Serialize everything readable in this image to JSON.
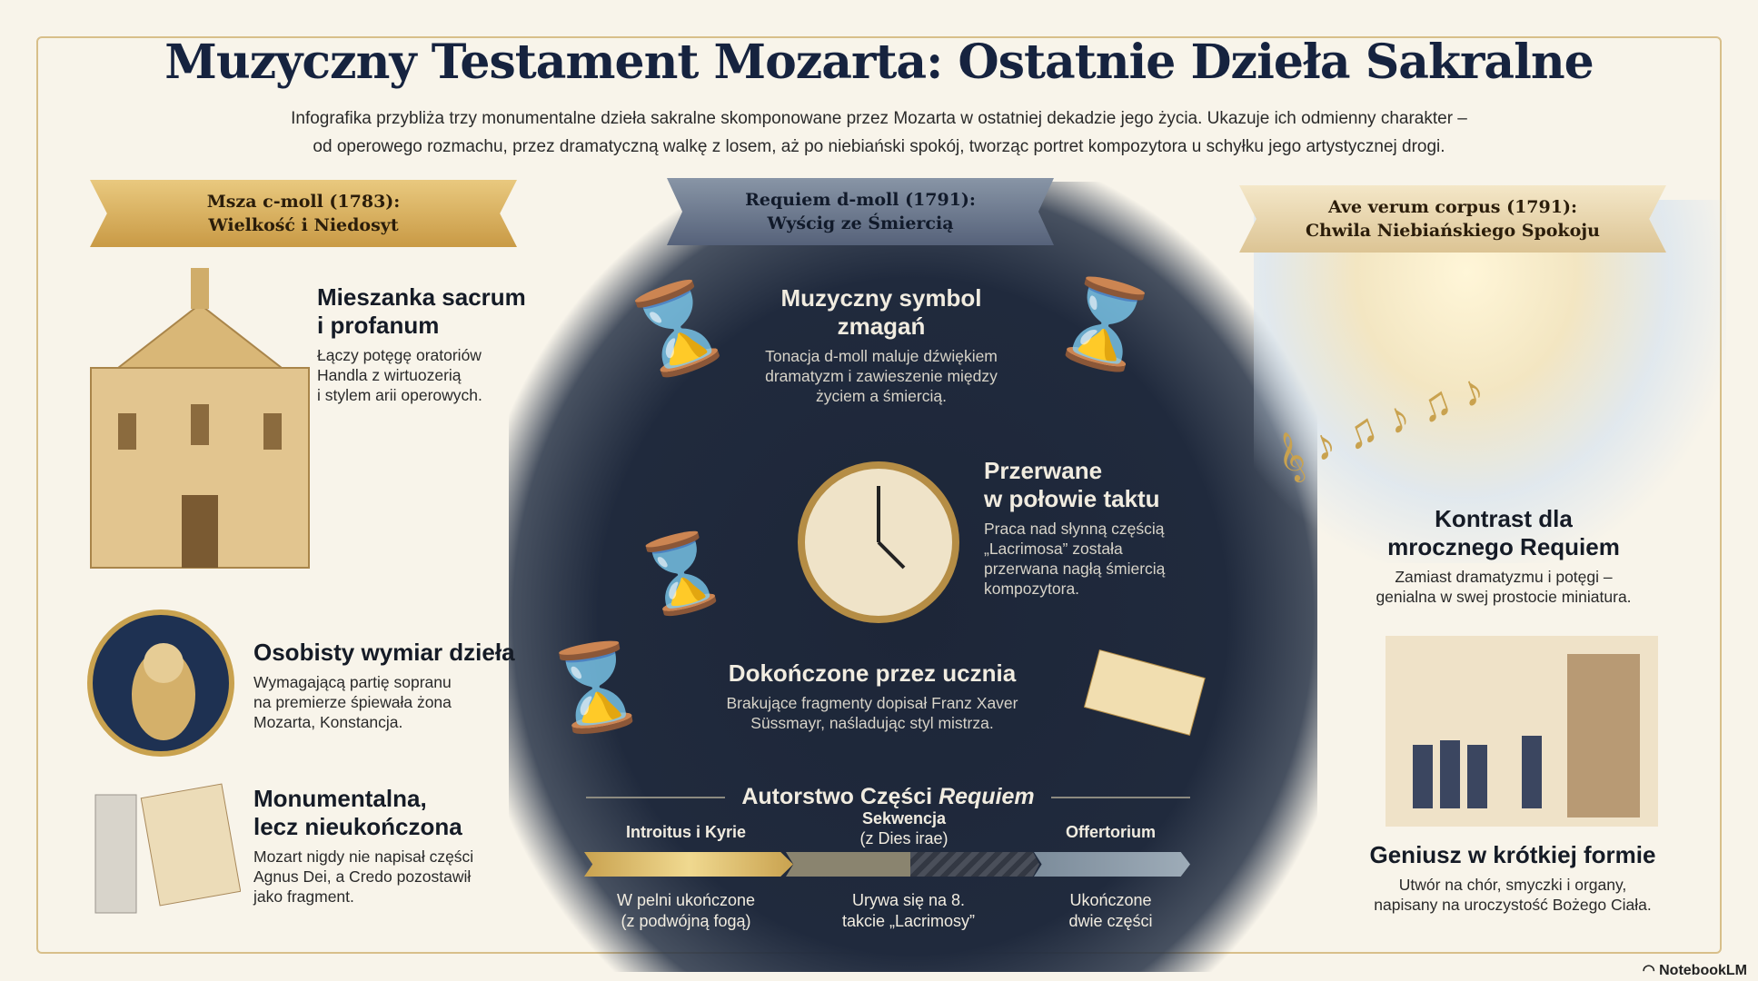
{
  "title": "Muzyczny Testament Mozarta: Ostatnie Dzieła Sakralne",
  "subtitle": [
    "Infografika przybliża trzy monumentalne dzieła sakralne skomponowane przez Mozarta w ostatniej dekadzie jego życia. Ukazuje ich odmienny charakter –",
    "od operowego rozmachu, przez dramatyczną walkę z losem, aż po niebiański spokój, tworząc portret kompozytora u schyłku jego artystycznej drogi."
  ],
  "left": {
    "banner": [
      "Msza c-moll (1783):",
      "Wielkość i Niedosyt"
    ],
    "items": [
      {
        "heading": [
          "Mieszanka sacrum",
          "i profanum"
        ],
        "text": [
          "Łączy potęgę oratoriów",
          "Handla z wirtuozerią",
          "i stylem arii operowych."
        ]
      },
      {
        "heading": [
          "Osobisty wymiar dzieła"
        ],
        "text": [
          "Wymagającą partię sopranu",
          "na premierze śpiewała żona",
          "Mozarta, Konstancja."
        ]
      },
      {
        "heading": [
          "Monumentalna,",
          "lecz nieukończona"
        ],
        "text": [
          "Mozart nigdy nie napisał części",
          "Agnus Dei, a Credo pozostawił",
          "jako fragment."
        ]
      }
    ]
  },
  "center": {
    "banner": [
      "Requiem d-moll (1791):",
      "Wyścig ze Śmiercią"
    ],
    "items": [
      {
        "heading": [
          "Muzyczny symbol",
          "zmagań"
        ],
        "text": [
          "Tonacja d-moll maluje dźwiękiem",
          "dramatyzm i zawieszenie między",
          "życiem a śmiercią."
        ]
      },
      {
        "heading": [
          "Przerwane",
          "w połowie taktu"
        ],
        "text": [
          "Praca nad słynną częścią",
          "„Lacrimosa” została",
          "przerwana nagłą śmiercią",
          "kompozytora."
        ]
      },
      {
        "heading": [
          "Dokończone przez ucznia"
        ],
        "text": [
          "Brakujące fragmenty dopisał Franz Xaver",
          "Süssmayr, naśladując styl mistrza."
        ]
      }
    ],
    "timeline": {
      "title": "Autorstwo Części ",
      "title_italic": "Requiem",
      "parts": [
        {
          "label": [
            "Introitus i Kyrie"
          ],
          "note": [
            "W pelni ukończone",
            "(z podwójną fogą)"
          ],
          "color": "#e0bd62"
        },
        {
          "label": [
            "Sekwencja",
            "(z Dies irae)"
          ],
          "note": [
            "Urywa się na 8.",
            "takcie „Lacrimosy”"
          ],
          "color": "#8a846f"
        },
        {
          "label": [
            "Offertorium"
          ],
          "note": [
            "Ukończone",
            "dwie części"
          ],
          "color": "#8c9cab"
        }
      ]
    }
  },
  "right": {
    "banner": [
      "Ave verum corpus (1791):",
      "Chwila Niebiańskiego Spokoju"
    ],
    "items": [
      {
        "heading": [
          "Kontrast dla",
          "mrocznego Requiem"
        ],
        "text": [
          "Zamiast dramatyzmu i potęgi –",
          "genialna w swej prostocie miniatura."
        ]
      },
      {
        "heading": [
          "Geniusz w krótkiej formie"
        ],
        "text": [
          "Utwór na chór, smyczki i organy,",
          "napisany na uroczystość Bożego Ciała."
        ]
      }
    ]
  },
  "footer": {
    "brand": "NotebookLM"
  }
}
